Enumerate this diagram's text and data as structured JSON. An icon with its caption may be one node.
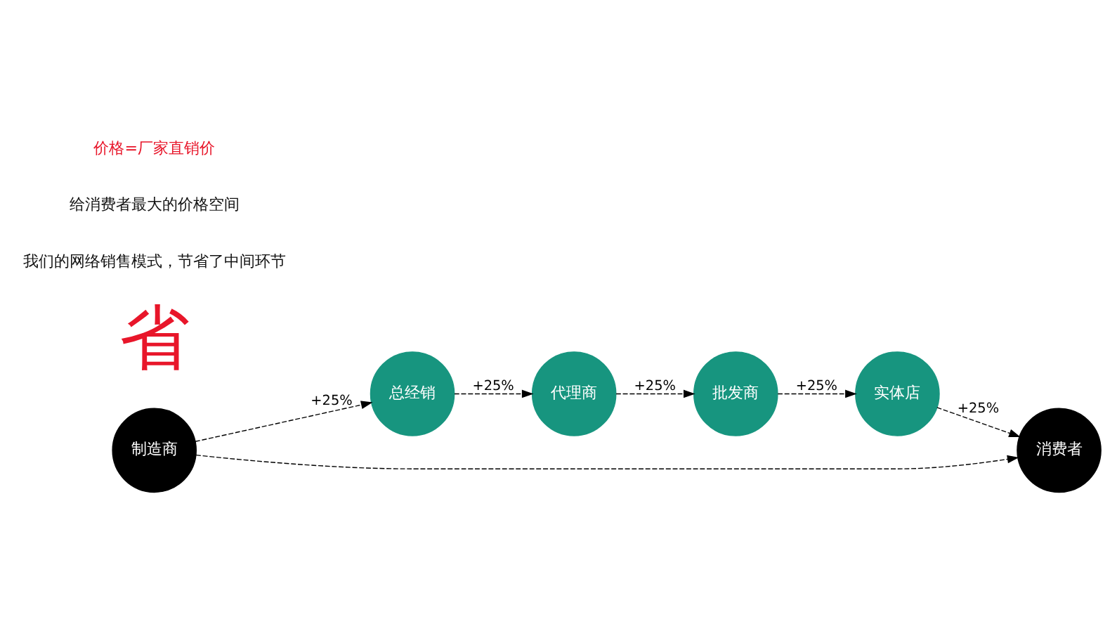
{
  "diagram": {
    "nodes": [
      {
        "text": [
          "制造商"
        ]
      },
      {
        "text": [
          "总经销"
        ]
      },
      {
        "text": [
          "代理商"
        ]
      },
      {
        "text": [
          "批发商"
        ]
      },
      {
        "text": [
          "实体店"
        ]
      },
      {
        "text": [
          "消费者"
        ]
      }
    ],
    "edges": [
      {
        "from": 0,
        "to": 1,
        "arrow": "to",
        "label": "+25%",
        "style": "dashed"
      },
      {
        "from": 1,
        "to": 2,
        "arrow": "to",
        "label": "+25%",
        "style": "dashed"
      },
      {
        "from": 2,
        "to": 3,
        "arrow": "to",
        "label": "+25%",
        "style": "dashed"
      },
      {
        "from": 3,
        "to": 4,
        "arrow": "to",
        "label": "+25%",
        "style": "dashed"
      },
      {
        "from": 4,
        "to": 5,
        "arrow": "to",
        "label": "+25%",
        "style": "dashed"
      },
      {
        "from": 0,
        "to": 5,
        "arrow": "to",
        "style": "dashed"
      }
    ],
    "labels": [
      "省",
      "我们的网络销售模式，节省了中间环节",
      "给消费者最大的价格空间",
      "价格=厂家直销价"
    ]
  }
}
